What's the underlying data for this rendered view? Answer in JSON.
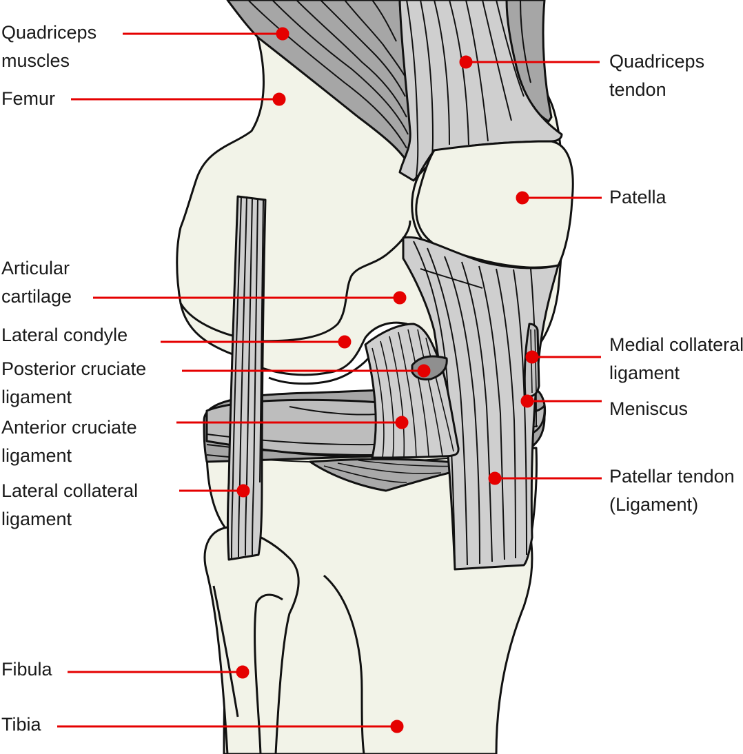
{
  "labels": {
    "quadriceps_muscles": [
      "Quadriceps",
      "muscles"
    ],
    "femur": [
      "Femur"
    ],
    "articular_cartilage": [
      "Articular",
      "cartilage"
    ],
    "lateral_condyle": [
      "Lateral condyle"
    ],
    "posterior_cruciate": [
      "Posterior cruciate",
      "ligament"
    ],
    "anterior_cruciate": [
      "Anterior cruciate",
      "ligament"
    ],
    "lateral_collateral": [
      "Lateral collateral",
      "ligament"
    ],
    "fibula": [
      "Fibula"
    ],
    "tibia": [
      "Tibia"
    ],
    "quadriceps_tendon": [
      "Quadriceps",
      "tendon"
    ],
    "patella": [
      "Patella"
    ],
    "medial_collateral": [
      "Medial collateral",
      "ligament"
    ],
    "meniscus": [
      "Meniscus"
    ],
    "patellar_tendon": [
      "Patellar tendon",
      "(Ligament)"
    ]
  },
  "colors": {
    "leader": "#e50000",
    "bone": "#f2f3e8",
    "muscle": "#a6a6a6",
    "tendon": "#cfcfcf"
  }
}
